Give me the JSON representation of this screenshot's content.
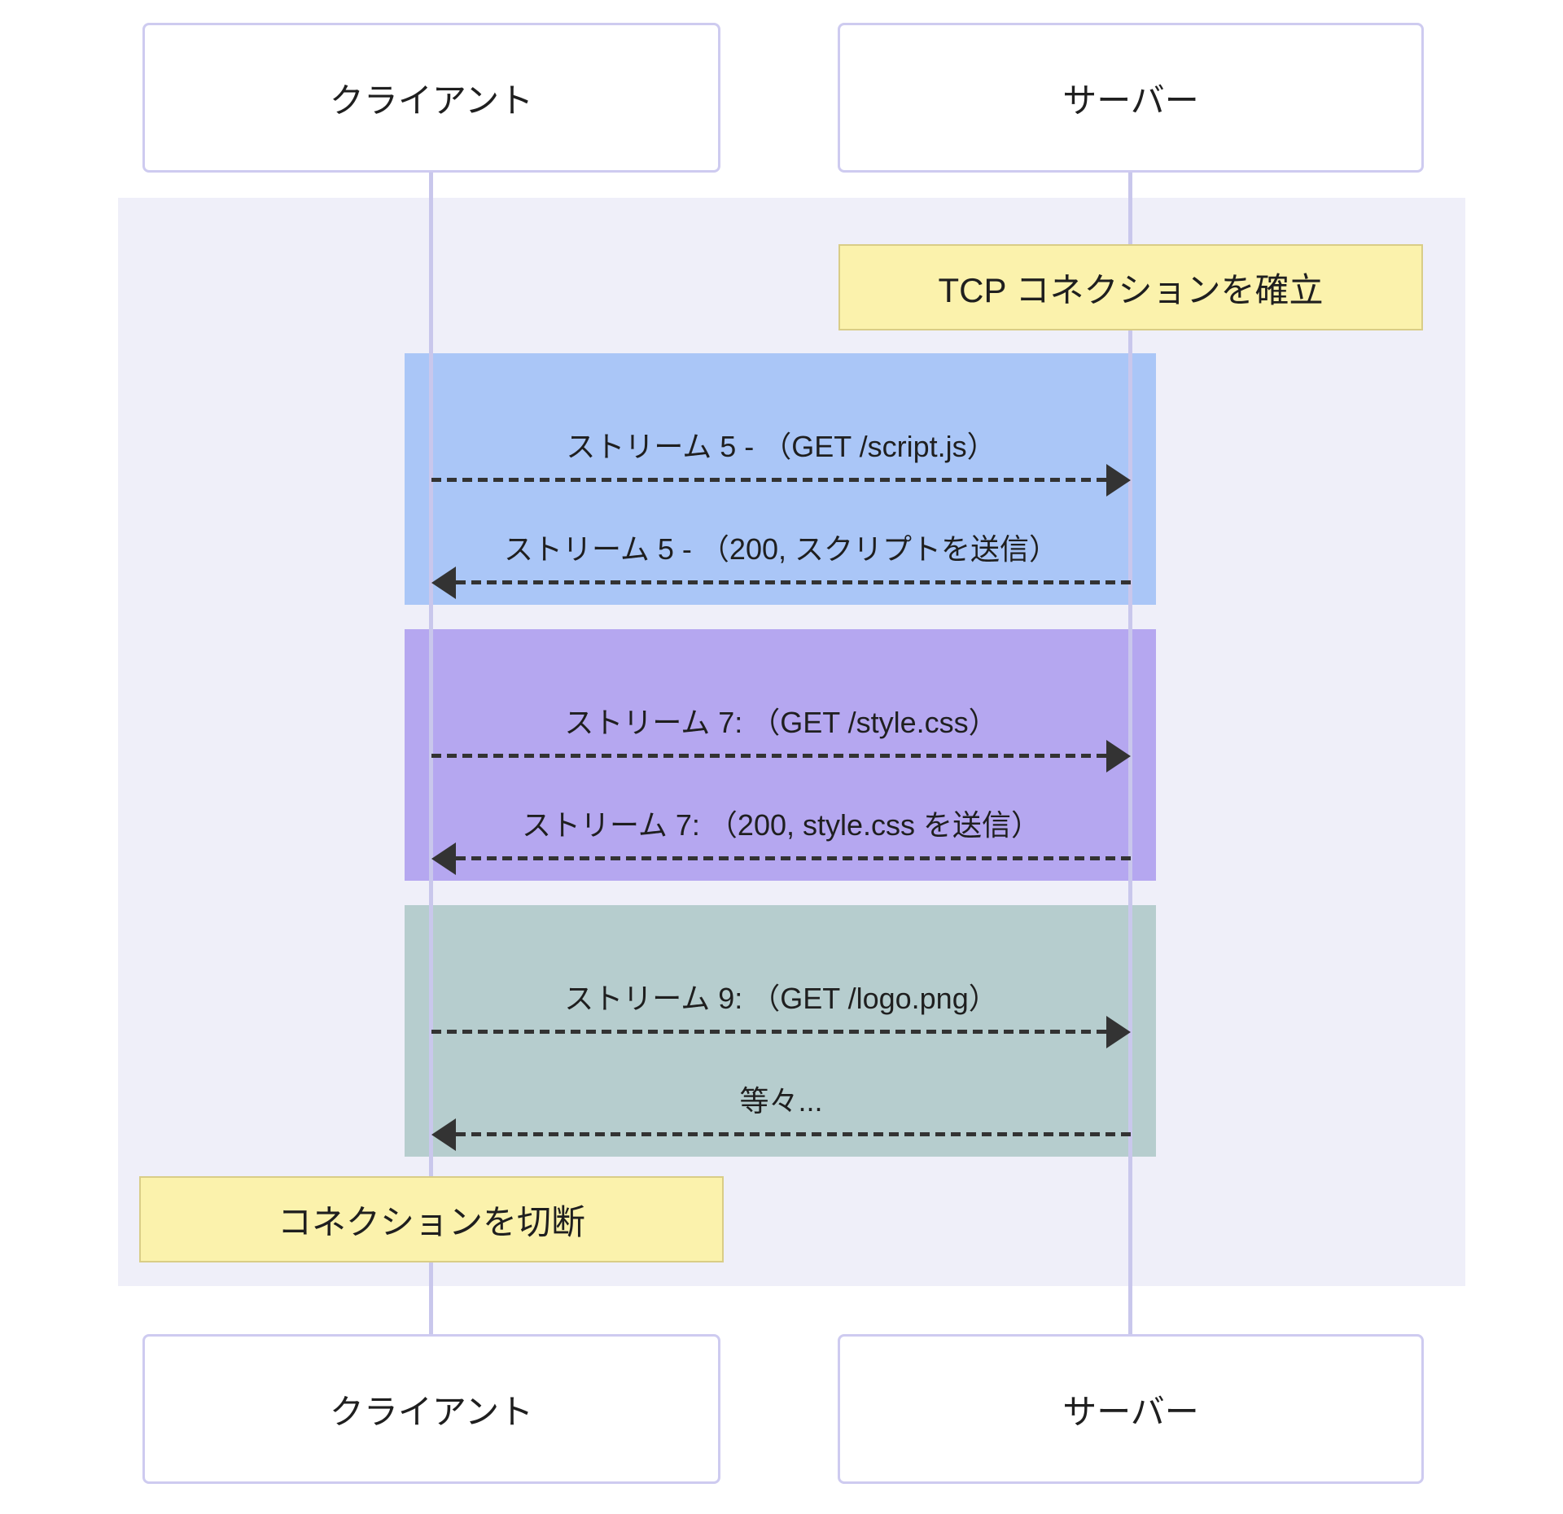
{
  "diagram_type": "sequence",
  "actors": [
    {
      "id": "client",
      "label": "クライアント"
    },
    {
      "id": "server",
      "label": "サーバー"
    }
  ],
  "notes": [
    {
      "id": "tcp-establish",
      "label": "TCP コネクションを確立",
      "over": "server"
    },
    {
      "id": "disconnect",
      "label": "コネクションを切断",
      "over": "client"
    }
  ],
  "streams": [
    {
      "name": "ストリーム 5",
      "color": "#aac6f7",
      "messages": [
        {
          "text": "ストリーム 5 - （GET /script.js）",
          "from": "client",
          "to": "server",
          "style": "dashed"
        },
        {
          "text": "ストリーム 5 - （200, スクリプトを送信）",
          "from": "server",
          "to": "client",
          "style": "dashed"
        }
      ]
    },
    {
      "name": "ストリーム 7",
      "color": "#b5a7f0",
      "messages": [
        {
          "text": "ストリーム 7: （GET /style.css）",
          "from": "client",
          "to": "server",
          "style": "dashed"
        },
        {
          "text": "ストリーム 7: （200, style.css を送信）",
          "from": "server",
          "to": "client",
          "style": "dashed"
        }
      ]
    },
    {
      "name": "ストリーム 9",
      "color": "#b6cdce",
      "messages": [
        {
          "text": "ストリーム 9: （GET /logo.png）",
          "from": "client",
          "to": "server",
          "style": "dashed"
        },
        {
          "text": "等々...",
          "from": "server",
          "to": "client",
          "style": "dashed"
        }
      ]
    }
  ],
  "colors": {
    "background_overlay": "#efeff9",
    "actor_fill": "#ffffff",
    "actor_border": "#cecbf0",
    "lifeline": "#c9c7ec",
    "note_fill": "#fbf2ac",
    "note_border": "#d9cd87",
    "stream_blue": "#aac6f7",
    "stream_purple": "#b5a7f0",
    "stream_teal": "#b6cdce",
    "arrow": "#333333",
    "text": "#1f1f1f"
  }
}
